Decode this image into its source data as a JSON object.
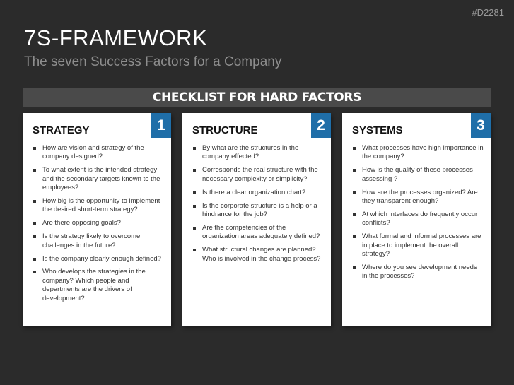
{
  "slide_id": "#D2281",
  "title": "7S-FRAMEWORK",
  "subtitle": "The seven Success Factors for a Company",
  "banner": "CHECKLIST FOR HARD FACTORS",
  "accent_color": "#1f6ea8",
  "cards": [
    {
      "number": "1",
      "title": "STRATEGY",
      "items": [
        "How are vision and strategy of the company designed?",
        "To what extent is the intended strategy and the secondary targets known to the employees?",
        "How big is the opportunity to implement the desired short-term strategy?",
        "Are there opposing goals?",
        "Is the strategy likely to overcome challenges in the future?",
        "Is the company clearly enough defined?",
        "Who develops the strategies in the company? Which people and departments are the drivers of development?"
      ]
    },
    {
      "number": "2",
      "title": "STRUCTURE",
      "items": [
        "By what are the structures in the company effected?",
        "Corresponds the real structure with the necessary complexity or simplicity?",
        "Is there a clear organization chart?",
        "Is the corporate structure is a help or a hindrance for the job?",
        "Are the competencies of the organization areas adequately defined?",
        "What structural changes are planned? Who is involved in the change process?"
      ]
    },
    {
      "number": "3",
      "title": "SYSTEMS",
      "items": [
        "What processes have high importance in the company?",
        "How is the quality of these processes assessing ?",
        "How are the processes organized? Are they transparent enough?",
        "At which interfaces do frequently occur conflicts?",
        "What formal and informal processes are in place to implement the overall strategy?",
        "Where do you see development needs in the processes?"
      ]
    }
  ]
}
